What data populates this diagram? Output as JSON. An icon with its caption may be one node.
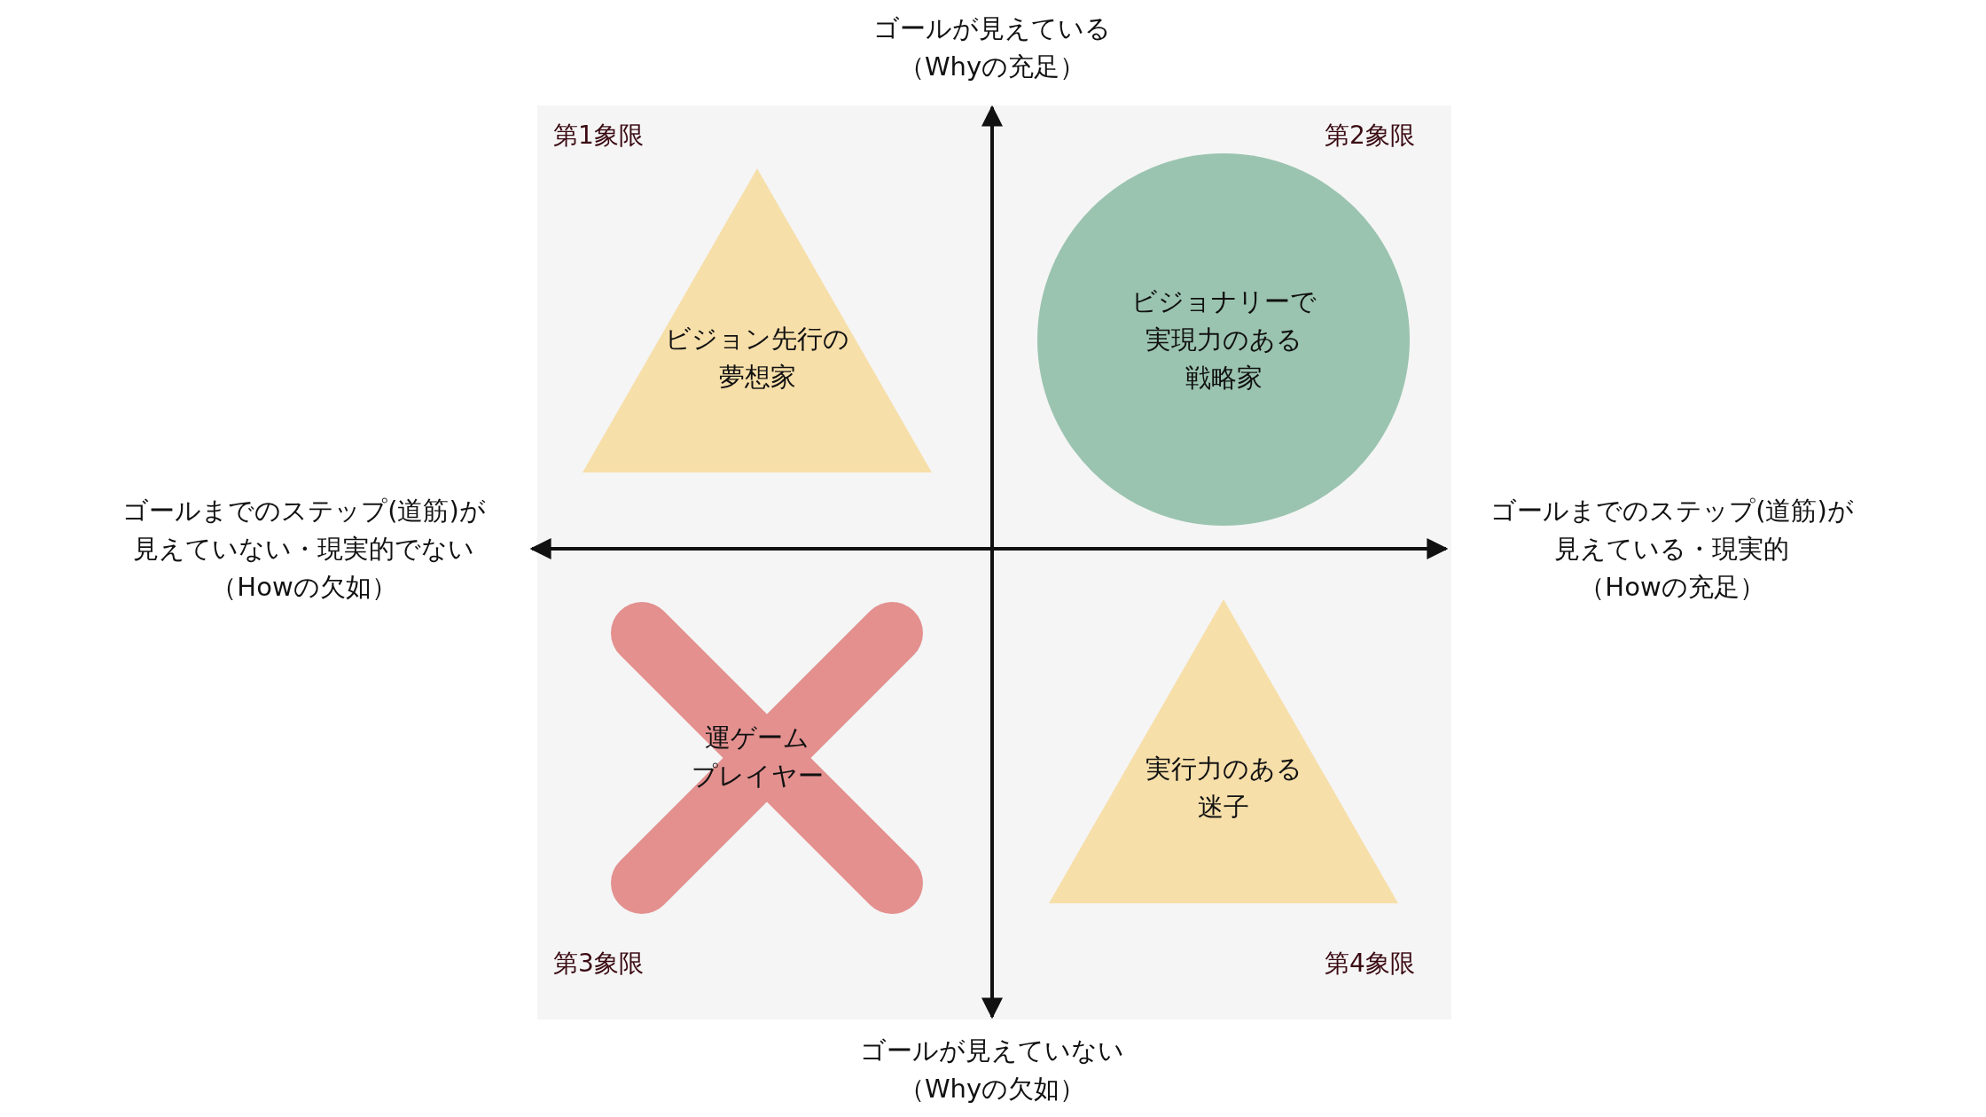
{
  "diagram": {
    "nodes": [
      {
        "text": [
          "ビジョン先行の夢想家"
        ]
      },
      {
        "text": [
          "ビジョナリーで実現力のある戦略家"
        ]
      },
      {
        "text": [
          "運ゲームプレイヤー"
        ]
      },
      {
        "text": [
          "実行力のある迷子"
        ]
      }
    ],
    "edges": [],
    "labels": [
      "ゴールが見えている（Whyの充足）",
      "第1象限",
      "第2象限",
      "ゴールまでのステップ(道筋)が見えていない・現実的でない（Howの欠如）",
      "ゴールまでのステップ(道筋)が見えている・現実的（Howの充足）",
      "第3象限",
      "第4象限",
      "ゴールが見えていない（Whyの欠如）"
    ]
  }
}
